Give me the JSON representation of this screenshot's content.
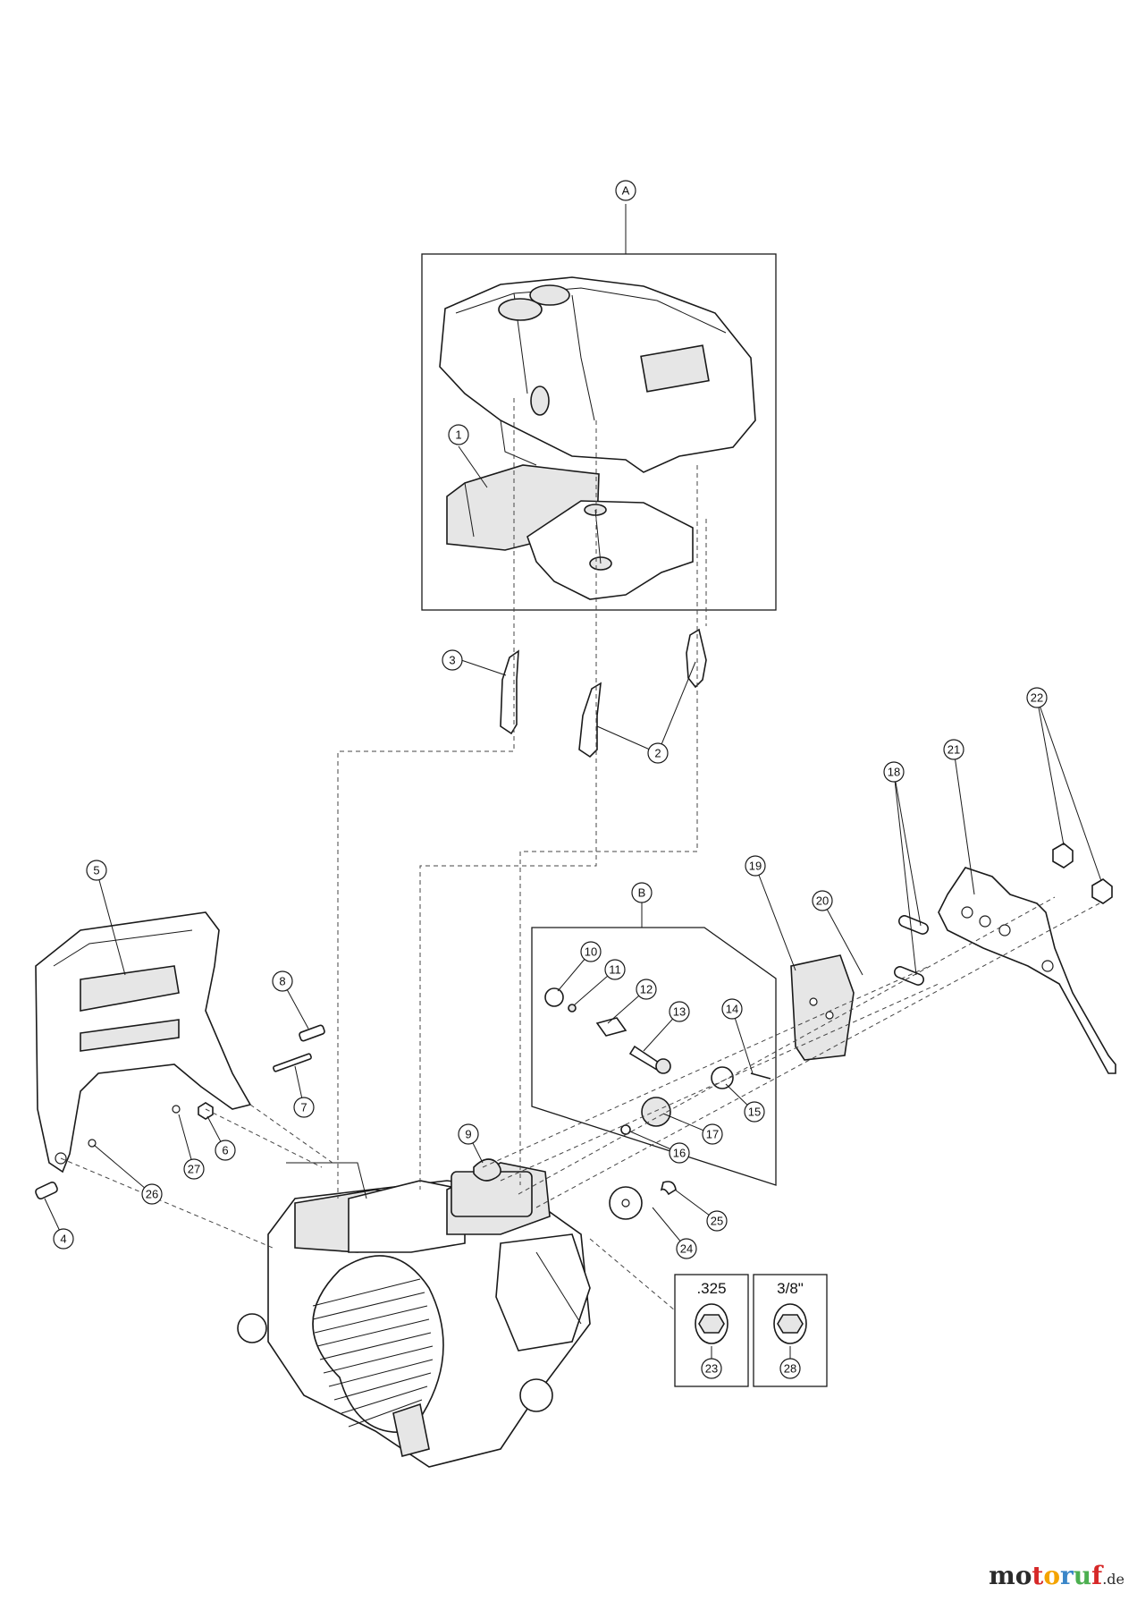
{
  "group_labels": {
    "a": "A",
    "b": "B"
  },
  "callouts": [
    "1",
    "2",
    "3",
    "4",
    "5",
    "6",
    "7",
    "8",
    "9",
    "10",
    "11",
    "12",
    "13",
    "14",
    "15",
    "16",
    "17",
    "18",
    "19",
    "20",
    "21",
    "22",
    "23",
    "24",
    "25",
    "26",
    "27",
    "28"
  ],
  "sprocket_variants": [
    {
      "pitch": ".325",
      "part_number": "23"
    },
    {
      "pitch": "3/8\"",
      "part_number": "28"
    }
  ],
  "watermark": {
    "name": "motoruf",
    "tld": ".de",
    "colors": [
      "#d62828",
      "#f4a300",
      "#3a86c8",
      "#4caf50"
    ]
  }
}
